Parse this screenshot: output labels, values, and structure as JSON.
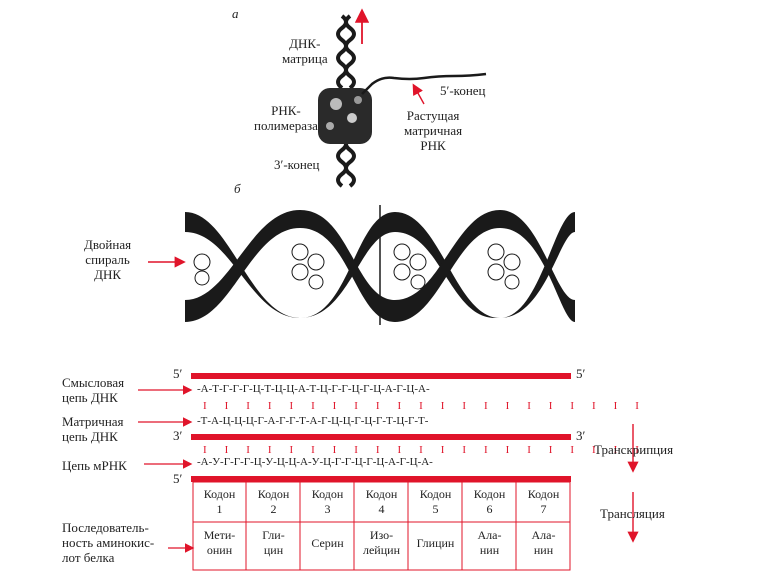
{
  "panel_a": {
    "letter": "а",
    "dna_label": "ДНК-\nматрица",
    "polymerase_label": "РНК-\nполимераза",
    "end3_label": "3′-конец",
    "end5_label": "5′-конец",
    "rna_label": "Растущая\nматричная\nРНК"
  },
  "panel_b": {
    "letter": "б",
    "helix_label": "Двойная\nспираль\nДНК"
  },
  "scheme": {
    "sense_label": "Смысловая\nцепь ДНК",
    "template_label": "Матричная\nцепь ДНК",
    "mrna_label": "Цепь мРНК",
    "protein_label": "Последователь-\nность аминокис-\nлот белка",
    "prime5": "5′",
    "prime3": "3′",
    "sense_seq": "-А-Т-Г-Г-Г-Ц-Т-Ц-Ц-А-Т-Ц-Г-Г-Ц-Г-Ц-А-Г-Ц-А-",
    "ticks": "I I I I I I I I I I I I I I I I I I I I I",
    "template_seq": "-Т-А-Ц-Ц-Ц-Г-А-Г-Г-Т-А-Г-Ц-Ц-Г-Ц-Г-Т-Ц-Г-Т-",
    "mrna_seq": "-А-У-Г-Г-Г-Ц-У-Ц-Ц-А-У-Ц-Г-Г-Ц-Г-Ц-А-Г-Ц-А-",
    "transcription": "Транскрипция",
    "translation": "Трансляция",
    "codons": [
      {
        "label": "Кодон",
        "num": "1",
        "amino": "Мети-\nонин"
      },
      {
        "label": "Кодон",
        "num": "2",
        "amino": "Гли-\nцин"
      },
      {
        "label": "Кодон",
        "num": "3",
        "amino": "Серин"
      },
      {
        "label": "Кодон",
        "num": "4",
        "amino": "Изо-\nлейцин"
      },
      {
        "label": "Кодон",
        "num": "5",
        "amino": "Глицин"
      },
      {
        "label": "Кодон",
        "num": "6",
        "amino": "Ала-\nнин"
      },
      {
        "label": "Кодон",
        "num": "7",
        "amino": "Ала-\nнин"
      }
    ]
  },
  "colors": {
    "accent": "#e0142a",
    "ink": "#1a1a1a"
  }
}
